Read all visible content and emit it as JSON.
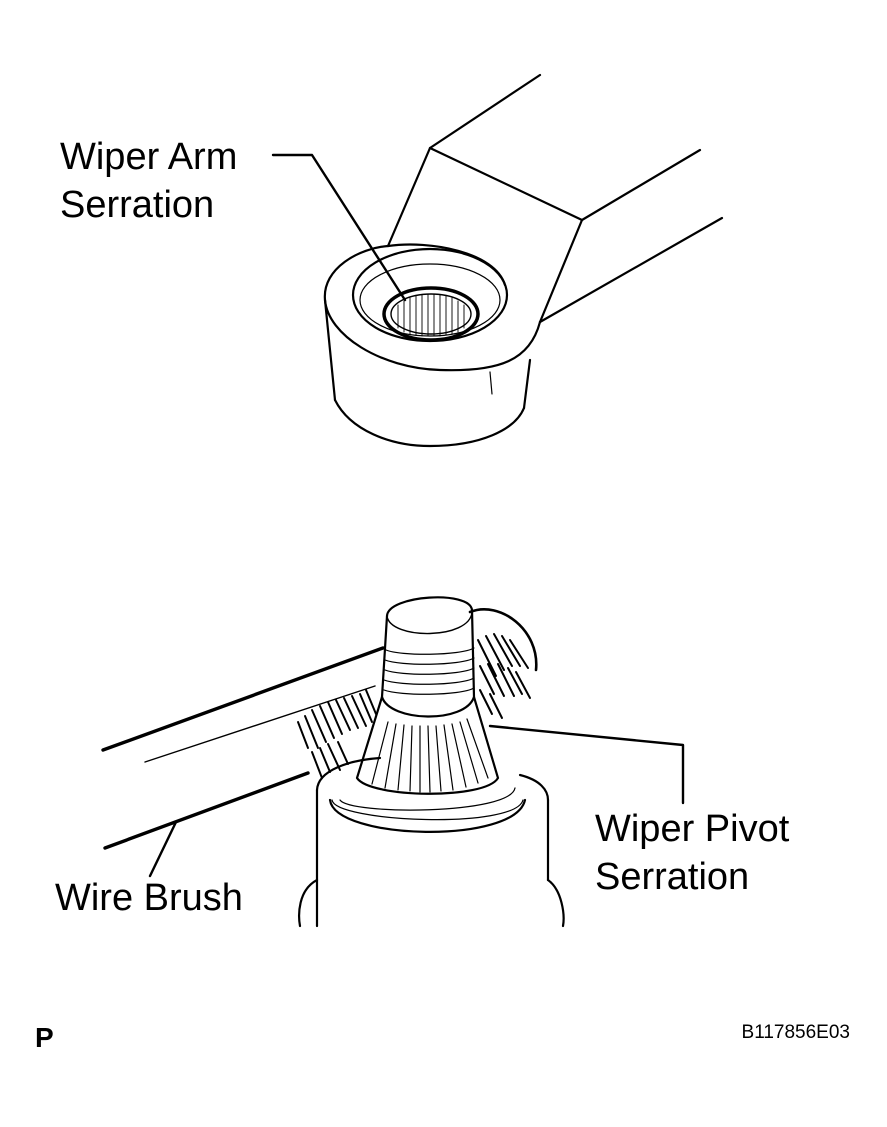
{
  "labels": {
    "wiper_arm_serration": [
      "Wiper Arm",
      "Serration"
    ],
    "wiper_pivot_serration": [
      "Wiper Pivot",
      "Serration"
    ],
    "wire_brush": "Wire Brush"
  },
  "footer": {
    "marker": "P",
    "figure_code": "B117856E03"
  },
  "colors": {
    "ink": "#000000",
    "paper": "#ffffff"
  }
}
